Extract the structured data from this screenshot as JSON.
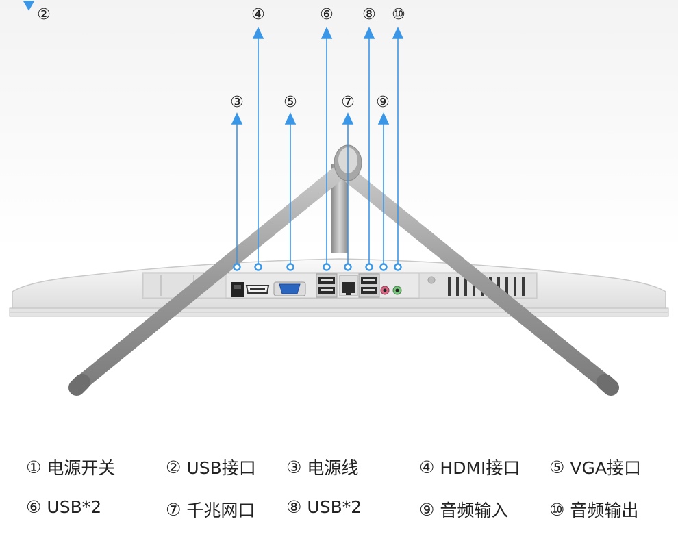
{
  "callouts": [
    {
      "id": "c2",
      "marker": "②"
    },
    {
      "id": "c3",
      "marker": "③"
    },
    {
      "id": "c4",
      "marker": "④"
    },
    {
      "id": "c5",
      "marker": "⑤"
    },
    {
      "id": "c6",
      "marker": "⑥"
    },
    {
      "id": "c7",
      "marker": "⑦"
    },
    {
      "id": "c8",
      "marker": "⑧"
    },
    {
      "id": "c9",
      "marker": "⑨"
    },
    {
      "id": "c10",
      "marker": "⑩"
    }
  ],
  "legend": [
    {
      "marker": "①",
      "label": "电源开关"
    },
    {
      "marker": "②",
      "label": "USB接口"
    },
    {
      "marker": "③",
      "label": "电源线"
    },
    {
      "marker": "④",
      "label": "HDMI接口"
    },
    {
      "marker": "⑤",
      "label": "VGA接口"
    },
    {
      "marker": "⑥",
      "label": "USB*2"
    },
    {
      "marker": "⑦",
      "label": "千兆网口"
    },
    {
      "marker": "⑧",
      "label": "USB*2"
    },
    {
      "marker": "⑨",
      "label": "音频输入"
    },
    {
      "marker": "⑩",
      "label": "音频输出"
    }
  ],
  "colors": {
    "callout_line": "#3a97e8",
    "stand": "#9c9c9c",
    "monitor_body": "#ececec",
    "panel": "#d9d9d9"
  }
}
